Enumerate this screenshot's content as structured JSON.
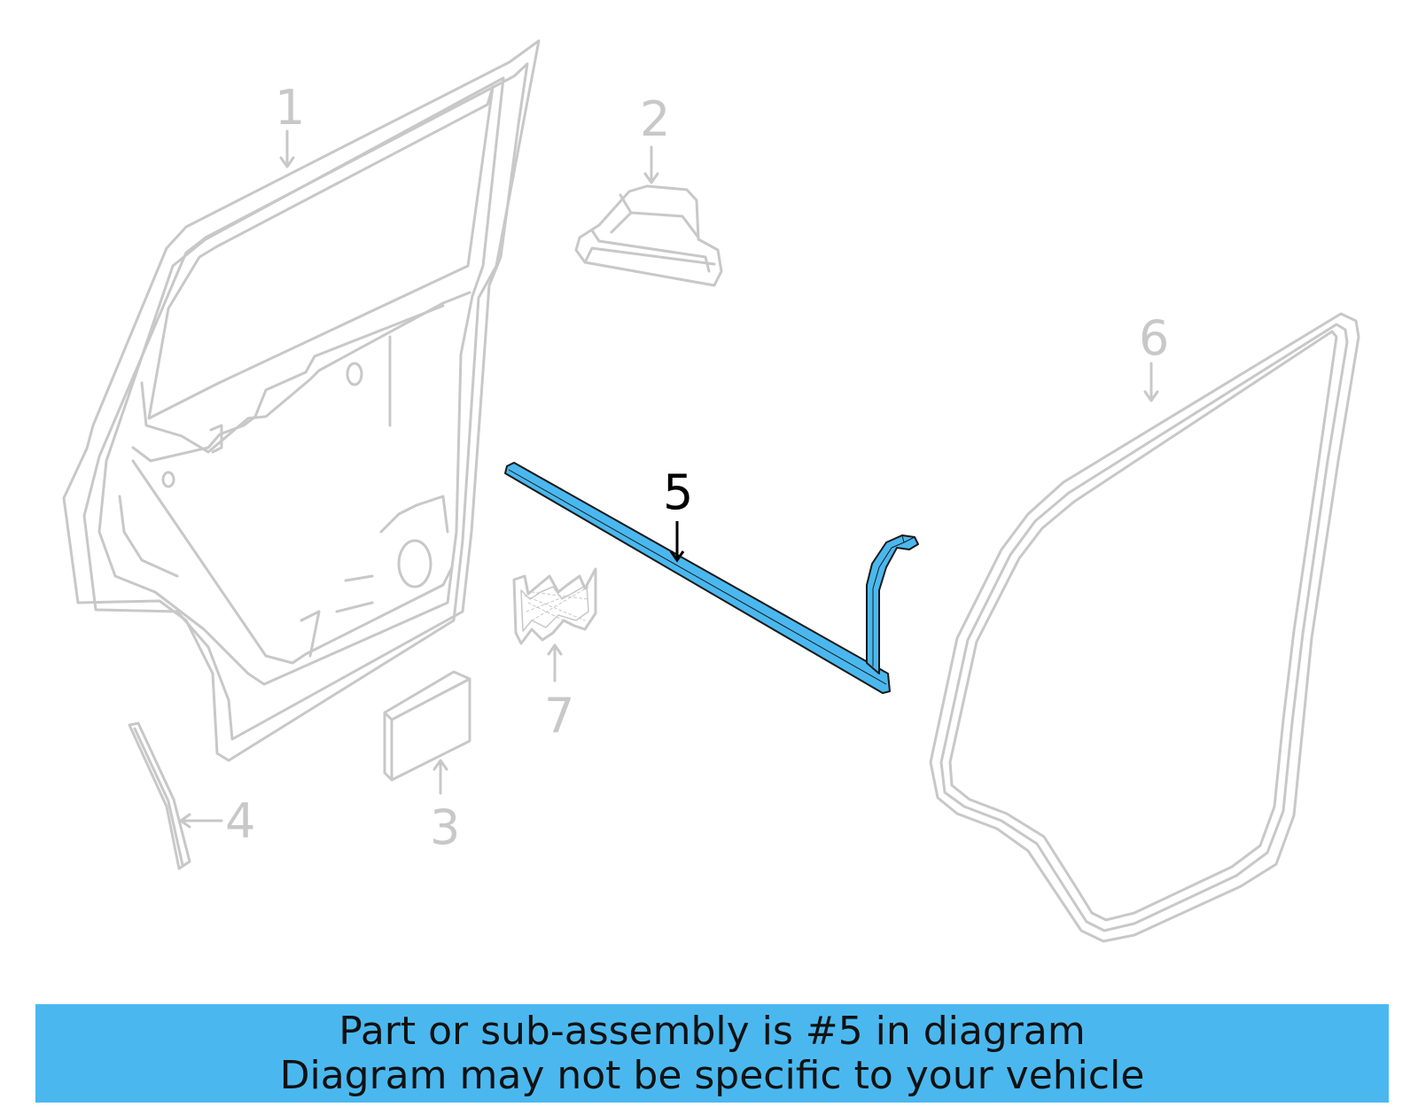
{
  "callouts": {
    "c1": "1",
    "c2": "2",
    "c3": "3",
    "c4": "4",
    "c5": "5",
    "c6": "6",
    "c7": "7"
  },
  "banner": {
    "line1": "Part or sub-assembly is #5 in diagram",
    "line2": "Diagram may not be specific to your vehicle"
  },
  "colors": {
    "highlight": "#4ab8ef",
    "faded_part": "#c8c8c8",
    "active_label": "#000000"
  }
}
